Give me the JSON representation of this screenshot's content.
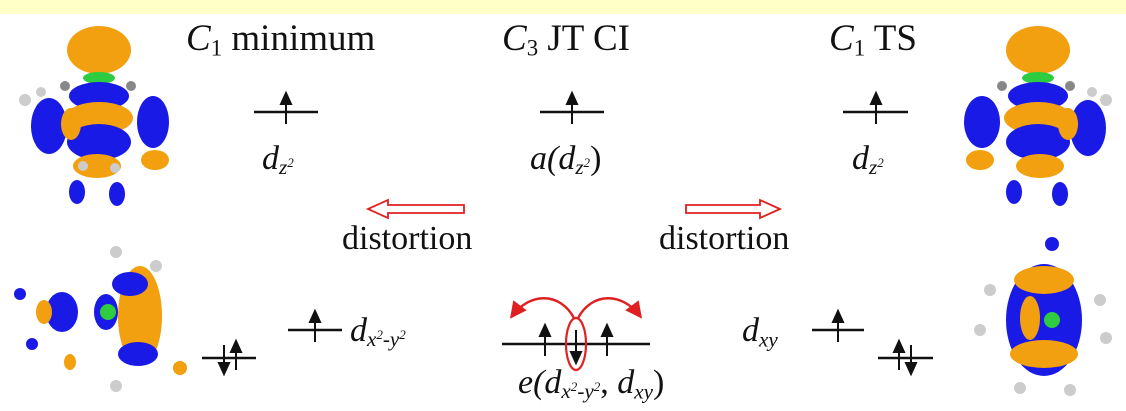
{
  "headers": {
    "left": {
      "symbol": "C",
      "subscript": "1",
      "text": " minimum"
    },
    "center": {
      "symbol": "C",
      "subscript": "3",
      "text": " JT CI"
    },
    "right": {
      "symbol": "C",
      "subscript": "1",
      "text": " TS"
    }
  },
  "orbitals": {
    "left_upper": {
      "base": "d",
      "sub": "z",
      "sup": "2"
    },
    "center_upper": {
      "prefix": "a(",
      "base": "d",
      "sub": "z",
      "sup": "2",
      "suffix": ")"
    },
    "right_upper": {
      "base": "d",
      "sub": "z",
      "sup": "2"
    },
    "left_lower": {
      "base": "d",
      "sub": "x",
      "sup": "2",
      "tail": "-y",
      "tail_sup": "2"
    },
    "right_lower": {
      "base": "d",
      "sub": "xy"
    },
    "center_lower": {
      "prefix": "e(",
      "base": "d",
      "sub": "x",
      "sup": "2",
      "tail": "-y",
      "tail_sup": "2",
      "sep": ", ",
      "base2": "d",
      "sub2": "xy",
      "suffix": ")"
    }
  },
  "distortion": {
    "left": "distortion",
    "right": "distortion"
  },
  "colors": {
    "background": "#ffffc8",
    "panel": "#ffffff",
    "lobe_blue": "#1a1ae6",
    "lobe_orange": "#f2a00f",
    "metal_green": "#2ecc40",
    "arrow_red": "#e02020",
    "level_black": "#111111"
  },
  "icons": [
    "orbital-isosurface-image",
    "up-spin-arrow",
    "down-spin-arrow",
    "hollow-arrow",
    "curved-arrow"
  ]
}
